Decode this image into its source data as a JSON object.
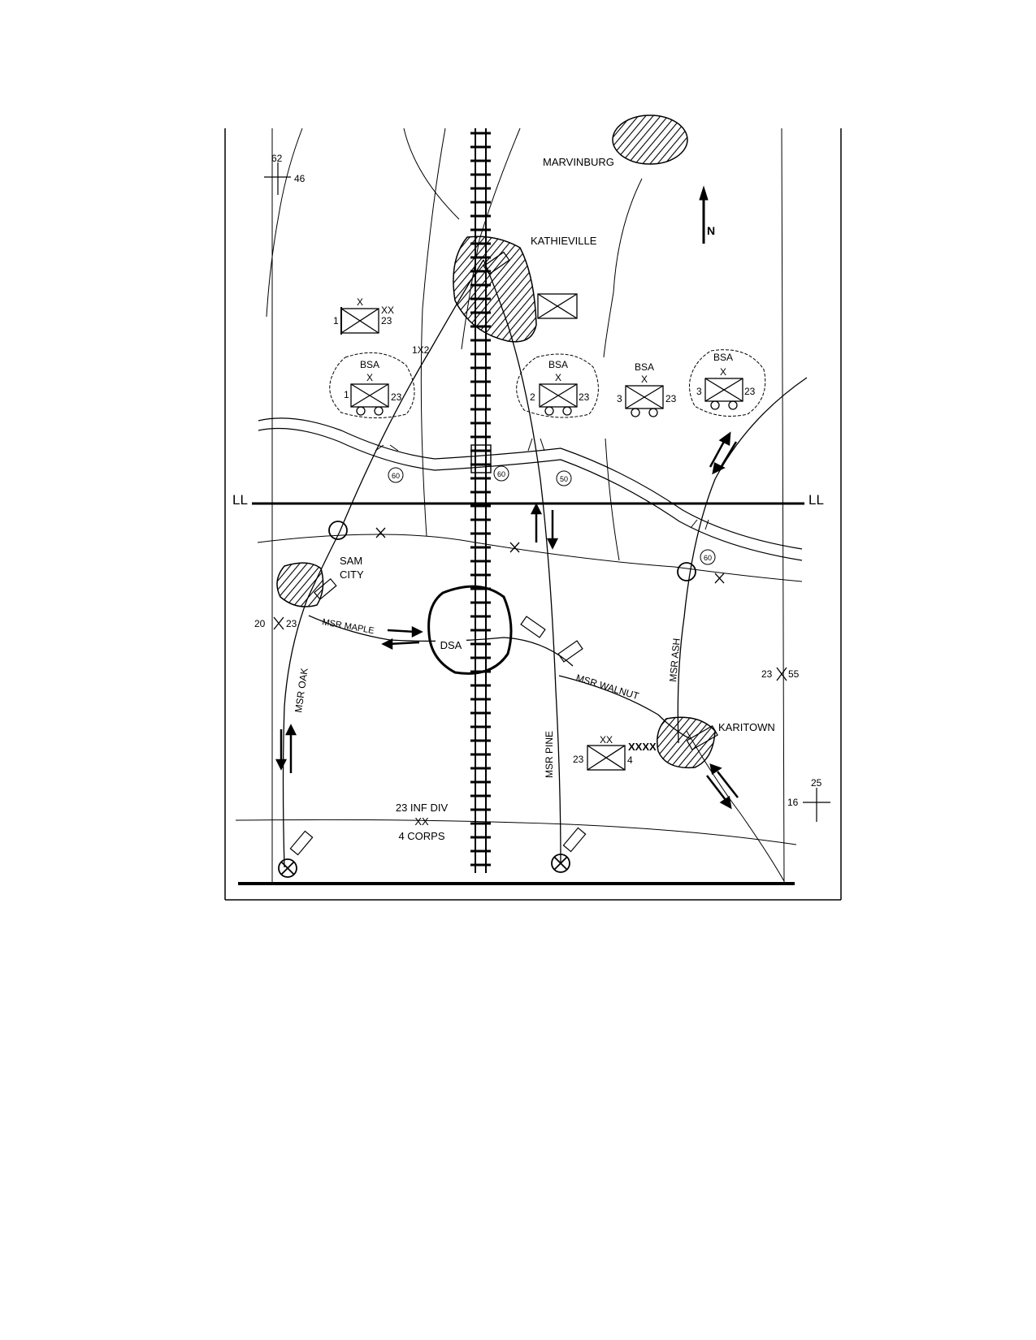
{
  "map": {
    "towns": {
      "marvinburg": "MARVINBURG",
      "kathieville": "KATHIEVILLE",
      "sam_city_1": "SAM",
      "sam_city_2": "CITY",
      "karitown": "KARITOWN"
    },
    "north_arrow": "N",
    "phase_line_left": "LL",
    "phase_line_right": "LL",
    "grid": {
      "nw_top": "62",
      "nw_right": "46",
      "se_top": "25",
      "se_left": "16"
    },
    "routes": {
      "maple": "MSR MAPLE",
      "oak": "MSR OAK",
      "pine": "MSR PINE",
      "walnut": "MSR WALNUT",
      "ash": "MSR ASH"
    },
    "dsa": "DSA",
    "bsa": [
      {
        "label": "BSA",
        "echelon": "X",
        "left": "1",
        "right": "23"
      },
      {
        "label": "BSA",
        "echelon": "X",
        "left": "2",
        "right": "23"
      },
      {
        "label": "BSA",
        "echelon": "X",
        "left": "3",
        "right": "23"
      },
      {
        "label": "BSA",
        "echelon": "X",
        "left": "3",
        "right": "23"
      }
    ],
    "unit_tl": {
      "echelon": "X",
      "echelon2": "XX",
      "left": "1",
      "right": "23"
    },
    "unit_bottom": {
      "echelon": "XX",
      "left": "23",
      "right": "4",
      "boundary": "XXXX"
    },
    "route_1x2": "1X2",
    "bridge_classes": [
      "60",
      "60",
      "50",
      "60"
    ],
    "boundary_left": {
      "left": "20",
      "right": "23"
    },
    "boundary_right": {
      "left": "23",
      "right": "55"
    },
    "div_boundary": {
      "top": "23 INF DIV",
      "mid": "XX",
      "bottom": "4 CORPS"
    }
  }
}
